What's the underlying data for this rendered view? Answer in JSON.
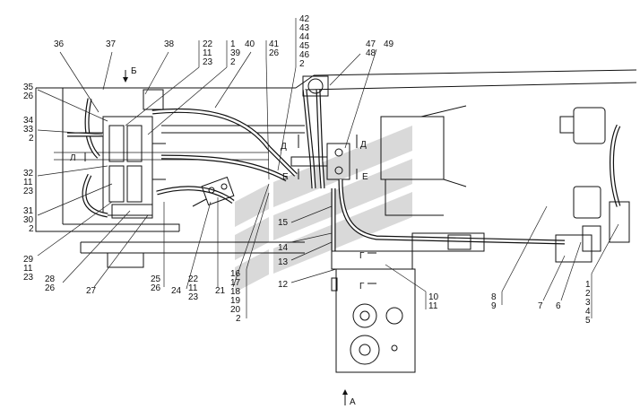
{
  "callouts": [
    {
      "id": "c36",
      "text": "36"
    },
    {
      "id": "c37",
      "text": "37"
    },
    {
      "id": "c38",
      "text": "38"
    },
    {
      "id": "c22a",
      "text": "22"
    },
    {
      "id": "c11a",
      "text": "11"
    },
    {
      "id": "c23a",
      "text": "23"
    },
    {
      "id": "c1a",
      "text": "1"
    },
    {
      "id": "c39",
      "text": "39"
    },
    {
      "id": "c2a",
      "text": "2"
    },
    {
      "id": "c40",
      "text": "40"
    },
    {
      "id": "c41",
      "text": "41"
    },
    {
      "id": "c26a",
      "text": "26"
    },
    {
      "id": "c42",
      "text": "42"
    },
    {
      "id": "c43",
      "text": "43"
    },
    {
      "id": "c44",
      "text": "44"
    },
    {
      "id": "c45",
      "text": "45"
    },
    {
      "id": "c46",
      "text": "46"
    },
    {
      "id": "c2b",
      "text": "2"
    },
    {
      "id": "c47",
      "text": "47"
    },
    {
      "id": "c49",
      "text": "49"
    },
    {
      "id": "c48",
      "text": "48"
    },
    {
      "id": "c35",
      "text": "35"
    },
    {
      "id": "c26b",
      "text": "26"
    },
    {
      "id": "c34",
      "text": "34"
    },
    {
      "id": "c33",
      "text": "33"
    },
    {
      "id": "c2c",
      "text": "2"
    },
    {
      "id": "c32",
      "text": "32"
    },
    {
      "id": "c11b",
      "text": "11"
    },
    {
      "id": "c23b",
      "text": "23"
    },
    {
      "id": "c31",
      "text": "31"
    },
    {
      "id": "c30",
      "text": "30"
    },
    {
      "id": "c2d",
      "text": "2"
    },
    {
      "id": "c29",
      "text": "29"
    },
    {
      "id": "c11c",
      "text": "11"
    },
    {
      "id": "c23c",
      "text": "23"
    },
    {
      "id": "c28",
      "text": "28"
    },
    {
      "id": "c26c",
      "text": "26"
    },
    {
      "id": "c27",
      "text": "27"
    },
    {
      "id": "c25",
      "text": "25"
    },
    {
      "id": "c26d",
      "text": "26"
    },
    {
      "id": "c22b",
      "text": "22"
    },
    {
      "id": "c24",
      "text": "24"
    },
    {
      "id": "c11d",
      "text": "11"
    },
    {
      "id": "c23d",
      "text": "23"
    },
    {
      "id": "c21",
      "text": "21"
    },
    {
      "id": "c16",
      "text": "16"
    },
    {
      "id": "c17",
      "text": "17"
    },
    {
      "id": "c18",
      "text": "18"
    },
    {
      "id": "c19",
      "text": "19"
    },
    {
      "id": "c20",
      "text": "20"
    },
    {
      "id": "c2e",
      "text": "2"
    },
    {
      "id": "c15",
      "text": "15"
    },
    {
      "id": "c14",
      "text": "14"
    },
    {
      "id": "c13",
      "text": "13"
    },
    {
      "id": "c12",
      "text": "12"
    },
    {
      "id": "c10",
      "text": "10"
    },
    {
      "id": "c11e",
      "text": "11"
    },
    {
      "id": "c8",
      "text": "8"
    },
    {
      "id": "c9",
      "text": "9"
    },
    {
      "id": "c7",
      "text": "7"
    },
    {
      "id": "c6",
      "text": "6"
    },
    {
      "id": "c1b",
      "text": "1"
    },
    {
      "id": "c2f",
      "text": "2"
    },
    {
      "id": "c3",
      "text": "3"
    },
    {
      "id": "c4",
      "text": "4"
    },
    {
      "id": "c5",
      "text": "5"
    }
  ],
  "view_markers": {
    "b": "Б",
    "l": "Л",
    "d1": "Д",
    "d2": "Д",
    "e1": "Е",
    "e2": "Е",
    "g1": "Г",
    "g2": "Г",
    "a": "А"
  }
}
